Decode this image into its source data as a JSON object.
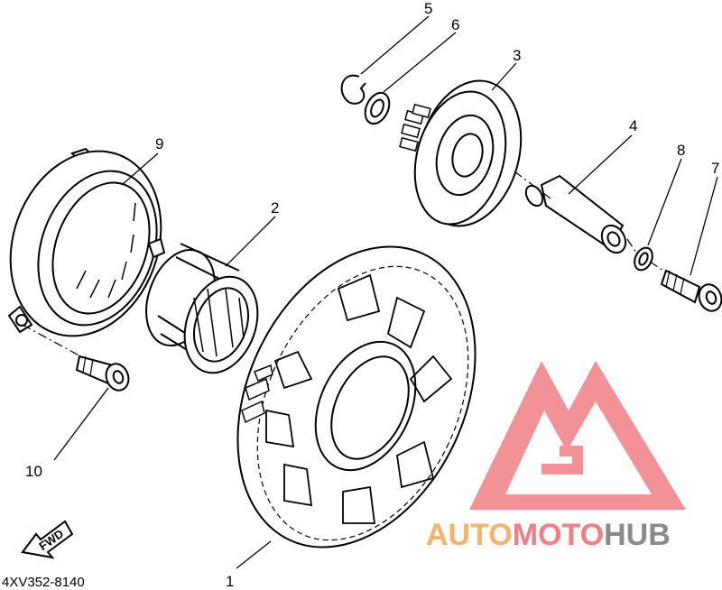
{
  "diagram": {
    "part_numbers": [
      "1",
      "2",
      "3",
      "4",
      "5",
      "6",
      "7",
      "8",
      "9",
      "10"
    ],
    "diagram_code": "4XV352-8140",
    "direction_label": "FWD"
  },
  "watermark": {
    "part1": "AUTO",
    "part2": "MOTO",
    "part3": "HUB",
    "colors": {
      "orange": "#f5b26b",
      "pink": "#f07f84",
      "gray": "#8a8a8a"
    }
  }
}
